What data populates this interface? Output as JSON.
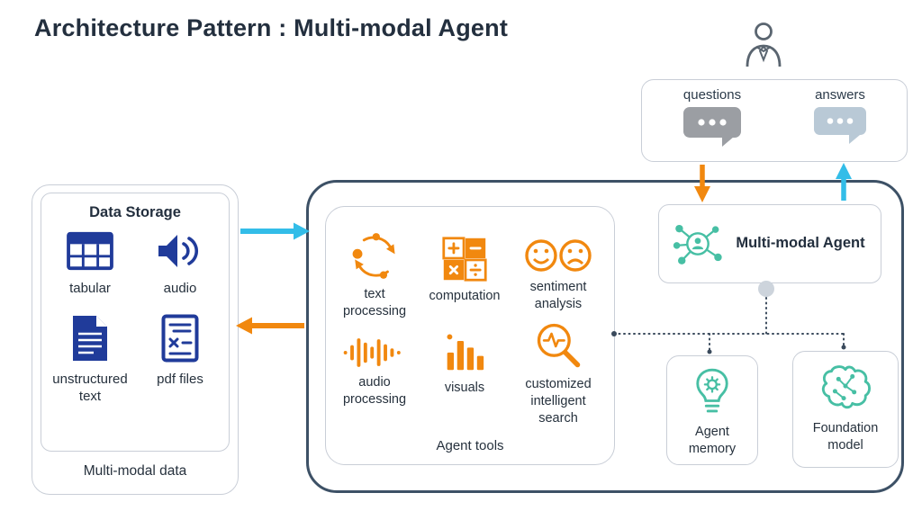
{
  "title": "Architecture Pattern : Multi-modal Agent",
  "conversation": {
    "questions_label": "questions",
    "answers_label": "answers"
  },
  "data_storage": {
    "title": "Data Storage",
    "items": [
      {
        "label": "tabular",
        "icon": "table-icon"
      },
      {
        "label": "audio",
        "icon": "speaker-icon"
      },
      {
        "label": "unstructured text",
        "icon": "document-icon"
      },
      {
        "label": "pdf files",
        "icon": "pdf-document-icon"
      }
    ],
    "container_label": "Multi-modal data"
  },
  "agent_tools": {
    "label": "Agent tools",
    "tools": [
      {
        "label": "text processing",
        "icon": "process-cycle-icon"
      },
      {
        "label": "computation",
        "icon": "calculator-grid-icon"
      },
      {
        "label": "sentiment analysis",
        "icon": "happy-sad-faces-icon"
      },
      {
        "label": "audio processing",
        "icon": "waveform-icon"
      },
      {
        "label": "visuals",
        "icon": "bar-chart-icon"
      },
      {
        "label": "customized intelligent search",
        "icon": "magnifier-pulse-icon"
      }
    ]
  },
  "agent": {
    "label": "Multi-modal Agent",
    "icon": "agent-network-icon"
  },
  "memory": {
    "label": "Agent memory",
    "icon": "lightbulb-gear-icon"
  },
  "foundation": {
    "label": "Foundation model",
    "icon": "brain-circuit-icon"
  },
  "colors": {
    "orange": "#F1880F",
    "cyan": "#33BDE8",
    "teal": "#47BFA4",
    "navy_icon": "#203B9A",
    "dark_border": "#3D5166",
    "light_border": "#C9CED7",
    "text": "#232F3E",
    "question_bubble": "#9B9EA3",
    "answer_bubble": "#B9C9D6",
    "connector": "#3A4A5C"
  }
}
